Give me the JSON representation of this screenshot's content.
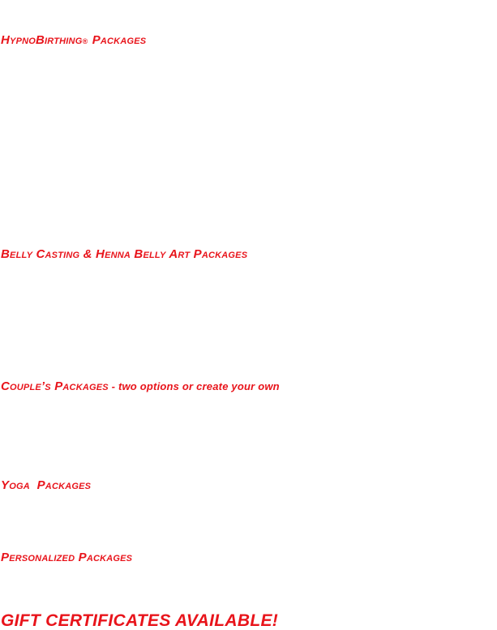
{
  "sections": {
    "hypnobirthing": {
      "title_main": "HypnoBirthing",
      "registered_mark": "®",
      "title_rest": "Packages"
    },
    "belly_casting": {
      "title": "Belly Casting & Henna Belly Art Packages"
    },
    "couples": {
      "title": "Couple’s Packages",
      "subtitle": " - two options or create your own"
    },
    "yoga": {
      "title": "Yoga  Packages"
    },
    "personalized": {
      "title": "Personalized Packages"
    },
    "gift": {
      "title": "GIFT CERTIFICATES AVAILABLE!"
    }
  },
  "colors": {
    "heading_red": "#e8141b",
    "background": "#ffffff"
  }
}
